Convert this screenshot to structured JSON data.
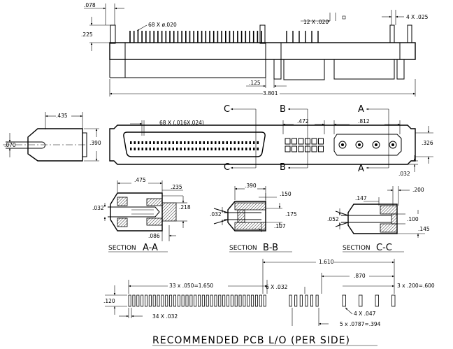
{
  "top_view": {
    "dim_078": ".078",
    "dim_225": ".225",
    "pins_label": "68 X ø.020",
    "pins12_label": "12 X .020",
    "pins4_label": "4 X .025",
    "dim_125": ".125",
    "dim_3801": "3.801"
  },
  "front_view": {
    "dim_435": ".435",
    "dim_070": ".070",
    "dim_390": ".390",
    "contacts_label": "68 X (.016X.024)",
    "dim_472": ".472",
    "dim_812": ".812",
    "dim_326": ".326",
    "dim_032": ".032",
    "section_c": "C",
    "section_b": "B",
    "section_a": "A"
  },
  "sections": {
    "aa": {
      "title": "SECTION",
      "letter": "A-A",
      "d475": ".475",
      "d235": ".235",
      "d032": ".032",
      "d218": ".218",
      "d086": ".086"
    },
    "bb": {
      "title": "SECTION",
      "letter": "B-B",
      "d390": ".390",
      "d150": ".150",
      "d032": ".032",
      "d175": ".175",
      "d107": ".107"
    },
    "cc": {
      "title": "SECTION",
      "letter": "C-C",
      "d147": ".147",
      "d200": ".200",
      "d052": ".052",
      "d100": ".100",
      "d145": ".145"
    }
  },
  "pcb": {
    "dim_1610": "1.610",
    "dim_870": ".870",
    "pitch_label": "33 x .050=1.650",
    "six_label": "6 X .032",
    "three_label": "3 x .200=.600",
    "dim_120": ".120",
    "pads34_label": "34 X .032",
    "four_label": "4 X .047",
    "five_label": "5 x .0787=.394",
    "title": "RECOMMENDED PCB L/O (PER SIDE)"
  }
}
